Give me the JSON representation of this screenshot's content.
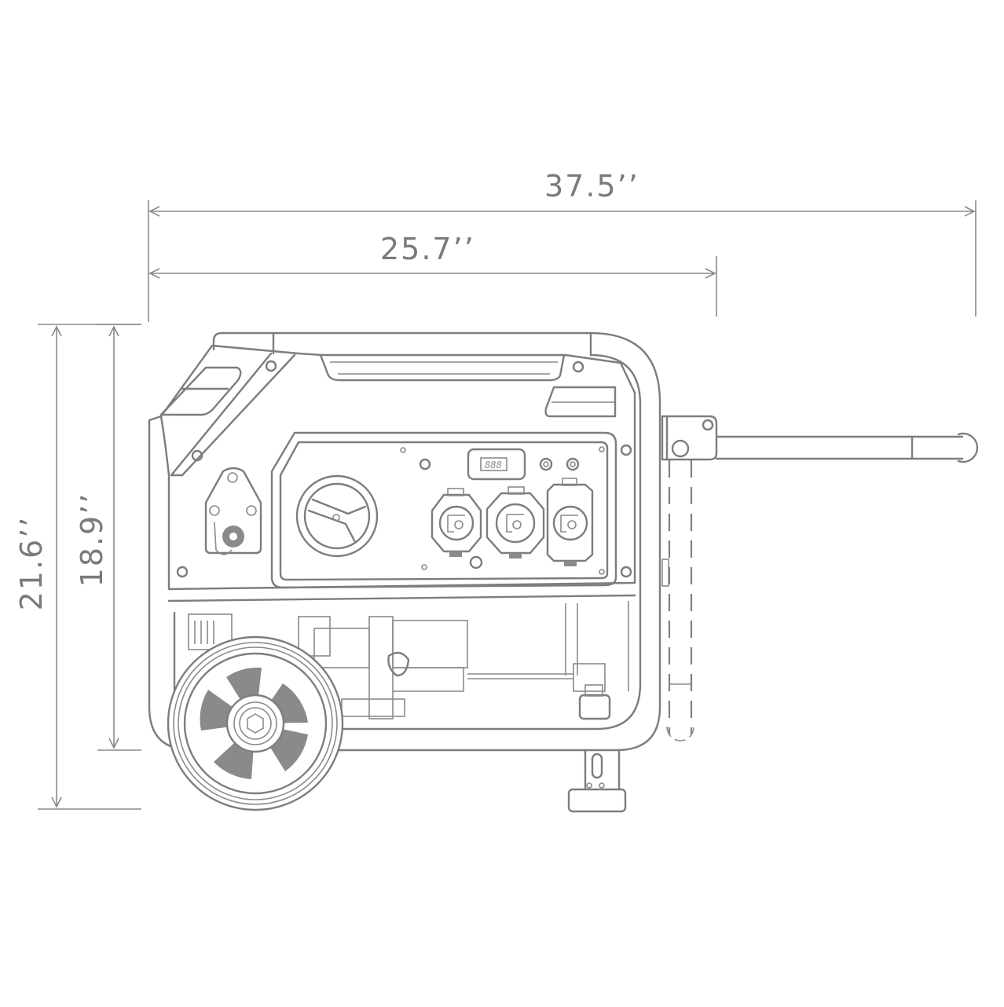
{
  "diagram": {
    "subject": "Portable generator side view with dimensions",
    "line_color": "#7d7d7d",
    "text_color": "#7a7a7a",
    "background": "#ffffff"
  },
  "dimensions": {
    "overall_length": {
      "label": "37.5’’",
      "orientation": "horizontal",
      "description": "length with handle extended"
    },
    "body_length": {
      "label": "25.7’’",
      "orientation": "horizontal",
      "description": "frame length"
    },
    "overall_height": {
      "label": "21.6’’",
      "orientation": "vertical",
      "description": "height including wheel/foot"
    },
    "frame_height": {
      "label": "18.9’’",
      "orientation": "vertical",
      "description": "frame height"
    }
  },
  "components": {
    "control_panel": {
      "display": {
        "readout": "888",
        "icon": "digital-meter-icon"
      },
      "outlets": [
        "twist-lock-outlet",
        "twist-lock-outlet",
        "rv-outlet"
      ],
      "indicators": 2
    },
    "fuel_gauge": {
      "icon": "fuel-gauge-icon"
    },
    "wheel": {
      "icon": "wheel-icon"
    },
    "handle": {
      "icon": "folding-handle-icon",
      "positions": [
        "extended",
        "folded"
      ]
    }
  }
}
